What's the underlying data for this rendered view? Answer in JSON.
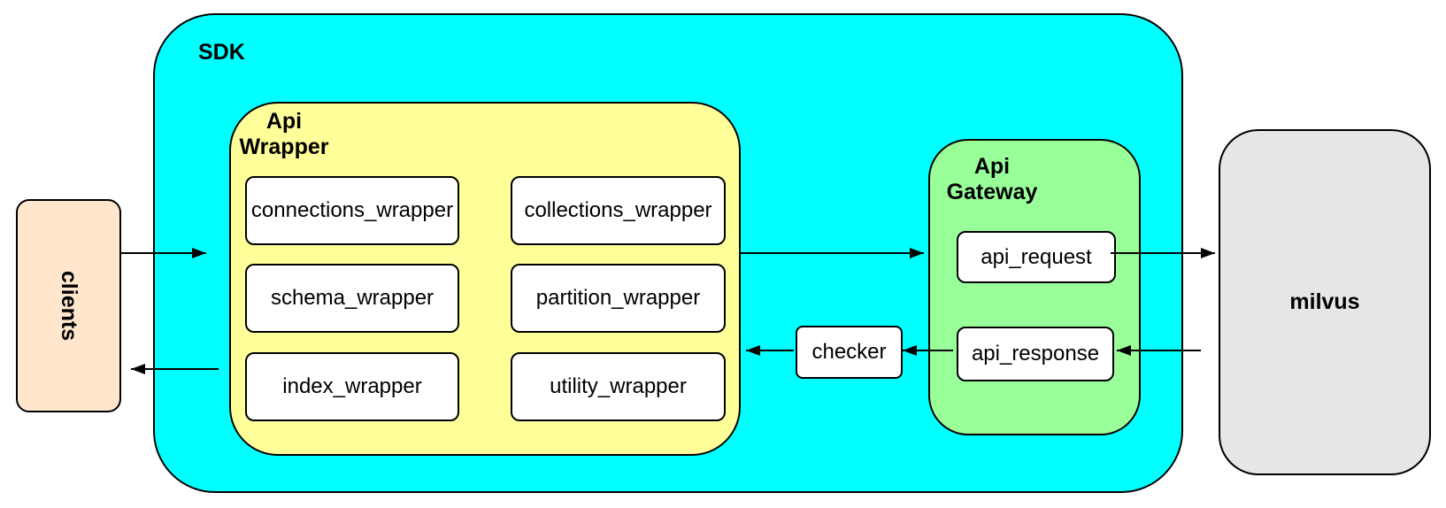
{
  "diagram": {
    "clients": {
      "label": "clients"
    },
    "sdk": {
      "label": "SDK"
    },
    "api_wrapper": {
      "label_line1": "Api",
      "label_line2": "Wrapper",
      "boxes": [
        "connections_wrapper",
        "collections_wrapper",
        "schema_wrapper",
        "partition_wrapper",
        "index_wrapper",
        "utility_wrapper"
      ]
    },
    "checker": {
      "label": "checker"
    },
    "api_gateway": {
      "label_line1": "Api",
      "label_line2": "Gateway",
      "boxes": [
        "api_request",
        "api_response"
      ]
    },
    "milvus": {
      "label": "milvus"
    },
    "colors": {
      "sdk-bg": "#00FFFF",
      "wrapper-bg": "#FFFF99",
      "gateway-bg": "#99FF99",
      "clients-bg": "#FFE6CC",
      "milvus-bg": "#E6E6E6",
      "node-bg": "#FFFFFF",
      "border": "#000000",
      "arrow": "#000000"
    }
  }
}
